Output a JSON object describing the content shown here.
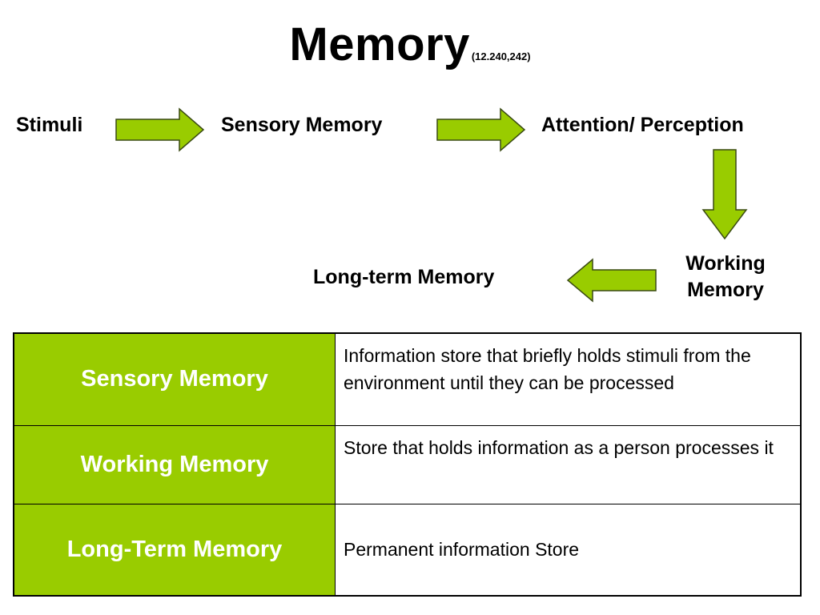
{
  "slide": {
    "title": "Memory",
    "title_reference": "(12.240,242)"
  },
  "flow": {
    "nodes": {
      "stimuli": "Stimuli",
      "sensory_memory": "Sensory Memory",
      "attention_perception": "Attention/ Perception",
      "working_memory_line1": "Working",
      "working_memory_line2": "Memory",
      "long_term_memory": "Long-term Memory"
    },
    "arrow_color": "#99cc00",
    "arrow_outline": "#3a4a14"
  },
  "definitions": {
    "term_cell_color": "#99cc00",
    "rows": [
      {
        "term": "Sensory Memory",
        "definition": "Information store that briefly holds stimuli from the environment until they can be processed"
      },
      {
        "term": "Working Memory",
        "definition": "Store that holds information as a person processes it"
      },
      {
        "term": "Long-Term Memory",
        "definition": "Permanent information Store"
      }
    ]
  }
}
